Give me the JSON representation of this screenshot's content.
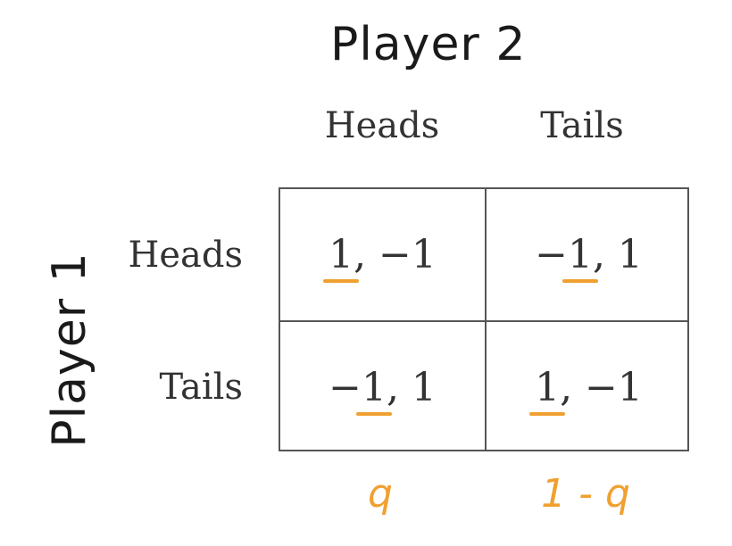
{
  "title": "Player 2",
  "row_player_label": "Player 1",
  "columns": [
    "Heads",
    "Tails"
  ],
  "rows": [
    "Heads",
    "Tails"
  ],
  "payoffs": [
    [
      {
        "p1": "1",
        "p2": "−1",
        "p1_prefix": "",
        "underline_p1": true
      },
      {
        "p1": "1",
        "p2": "1",
        "p1_prefix": "−",
        "underline_p1": true
      }
    ],
    [
      {
        "p1": "1",
        "p2": "1",
        "p1_prefix": "−",
        "underline_p1": true
      },
      {
        "p1": "1",
        "p2": "−1",
        "p1_prefix": "",
        "underline_p1": true
      }
    ]
  ],
  "column_probabilities": [
    "q",
    "1 - q"
  ],
  "colors": {
    "accent": "#f0a030",
    "text": "#333333",
    "grid": "#555555"
  }
}
